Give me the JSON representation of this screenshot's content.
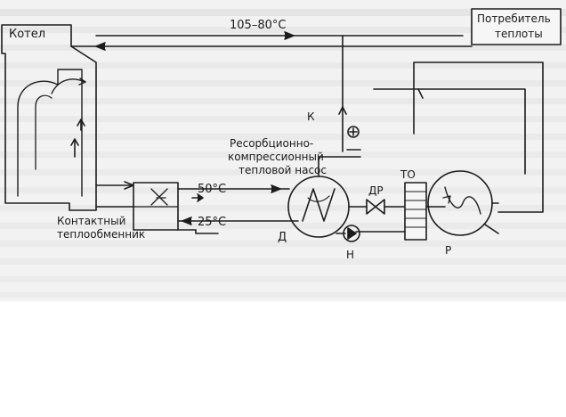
{
  "diagram": {
    "boiler": "Котел",
    "consumer_line1": "Потребитель",
    "consumer_line2": "теплоты",
    "temp_supply": "105–80°C",
    "compressor_key": "К",
    "pump_title_line1": "Ресорбционно-",
    "pump_title_line2": "компрессионный",
    "pump_title_line3": "тепловой насос",
    "temp_50": "50°C",
    "temp_25": "25°C",
    "exchanger_line1": "Контактный",
    "exchanger_line2": "теплообменник",
    "desorber": "Д",
    "throttle": "ДР",
    "heat_exchanger": "ТО",
    "pump": "Н",
    "resorber": "Р"
  }
}
